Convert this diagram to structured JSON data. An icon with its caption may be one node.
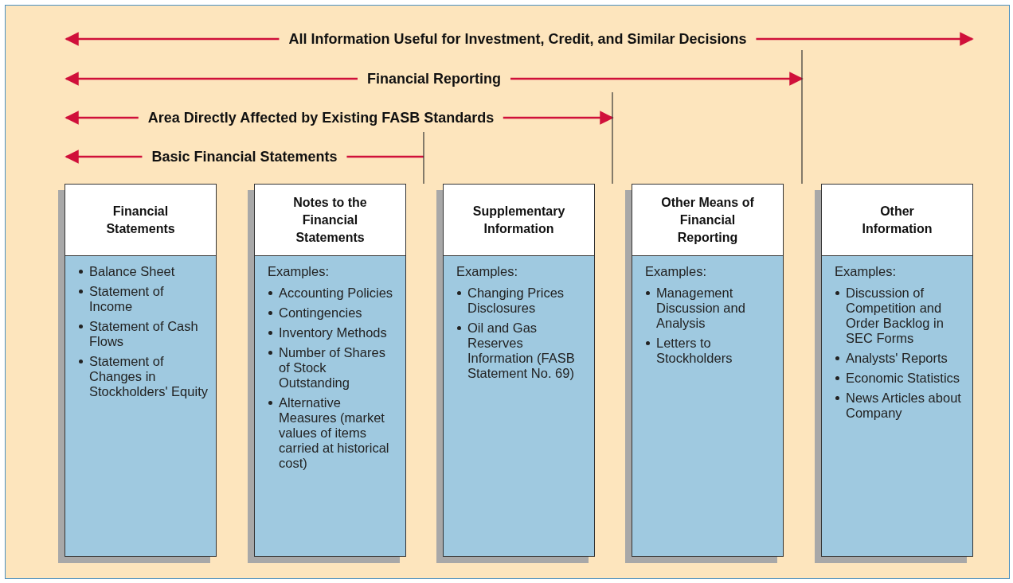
{
  "diagram": {
    "nodes": [
      {
        "text": [
          "Financial Statements",
          "Balance Sheet",
          "Statement of Income",
          "Statement of Cash Flows",
          "Statement of Changes in Stockholders' Equity"
        ]
      },
      {
        "text": [
          "Notes to the Financial Statements",
          "Examples:",
          "Accounting Policies",
          "Contingencies",
          "Inventory Methods",
          "Number of Shares of Stock Outstanding",
          "Alternative Measures (market values of items carried at historical cost)"
        ]
      },
      {
        "text": [
          "Supplementary Information",
          "Examples:",
          "Changing Prices Disclosures",
          "Oil and Gas Reserves Information (FASB Statement No. 69)"
        ]
      },
      {
        "text": [
          "Other Means of Financial Reporting",
          "Examples:",
          "Management Discussion and Analysis",
          "Letters to Stockholders"
        ]
      },
      {
        "text": [
          "Other Information",
          "Examples:",
          "Discussion of Competition and Order Backlog in SEC Forms",
          "Analysts' Reports",
          "Economic Statistics",
          "News Articles about Company"
        ]
      }
    ],
    "labels": [
      "All Information Useful for Investment, Credit, and Similar Decisions",
      "Financial Reporting",
      "Area Directly Affected by Existing FASB Standards",
      "Basic Financial Statements"
    ]
  }
}
